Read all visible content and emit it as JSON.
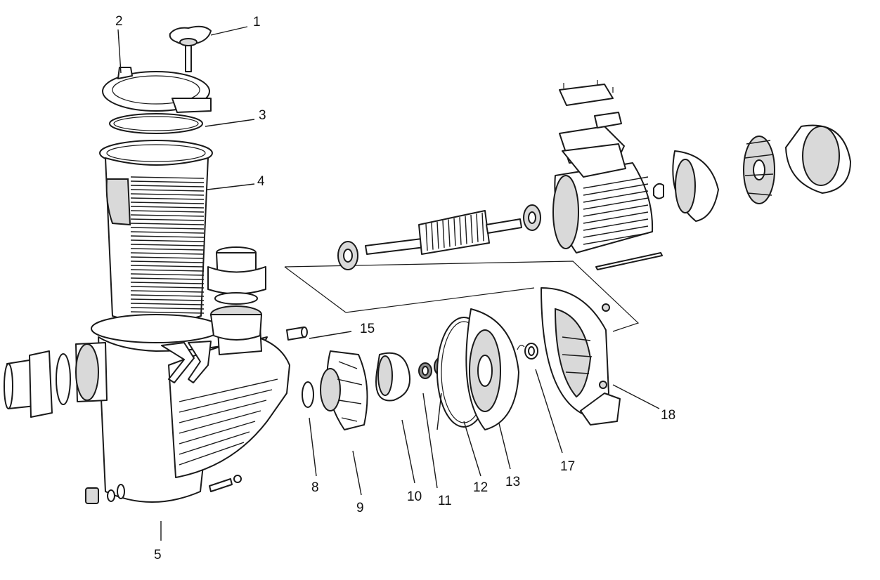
{
  "callouts": [
    {
      "id": "1",
      "label": "1"
    },
    {
      "id": "2",
      "label": "2"
    },
    {
      "id": "3",
      "label": "3"
    },
    {
      "id": "4",
      "label": "4"
    },
    {
      "id": "5",
      "label": "5"
    },
    {
      "id": "8",
      "label": "8"
    },
    {
      "id": "9",
      "label": "9"
    },
    {
      "id": "10",
      "label": "10"
    },
    {
      "id": "11",
      "label": "11"
    },
    {
      "id": "12",
      "label": "12"
    },
    {
      "id": "13",
      "label": "13"
    },
    {
      "id": "15",
      "label": "15"
    },
    {
      "id": "17",
      "label": "17"
    },
    {
      "id": "18",
      "label": "18"
    }
  ]
}
